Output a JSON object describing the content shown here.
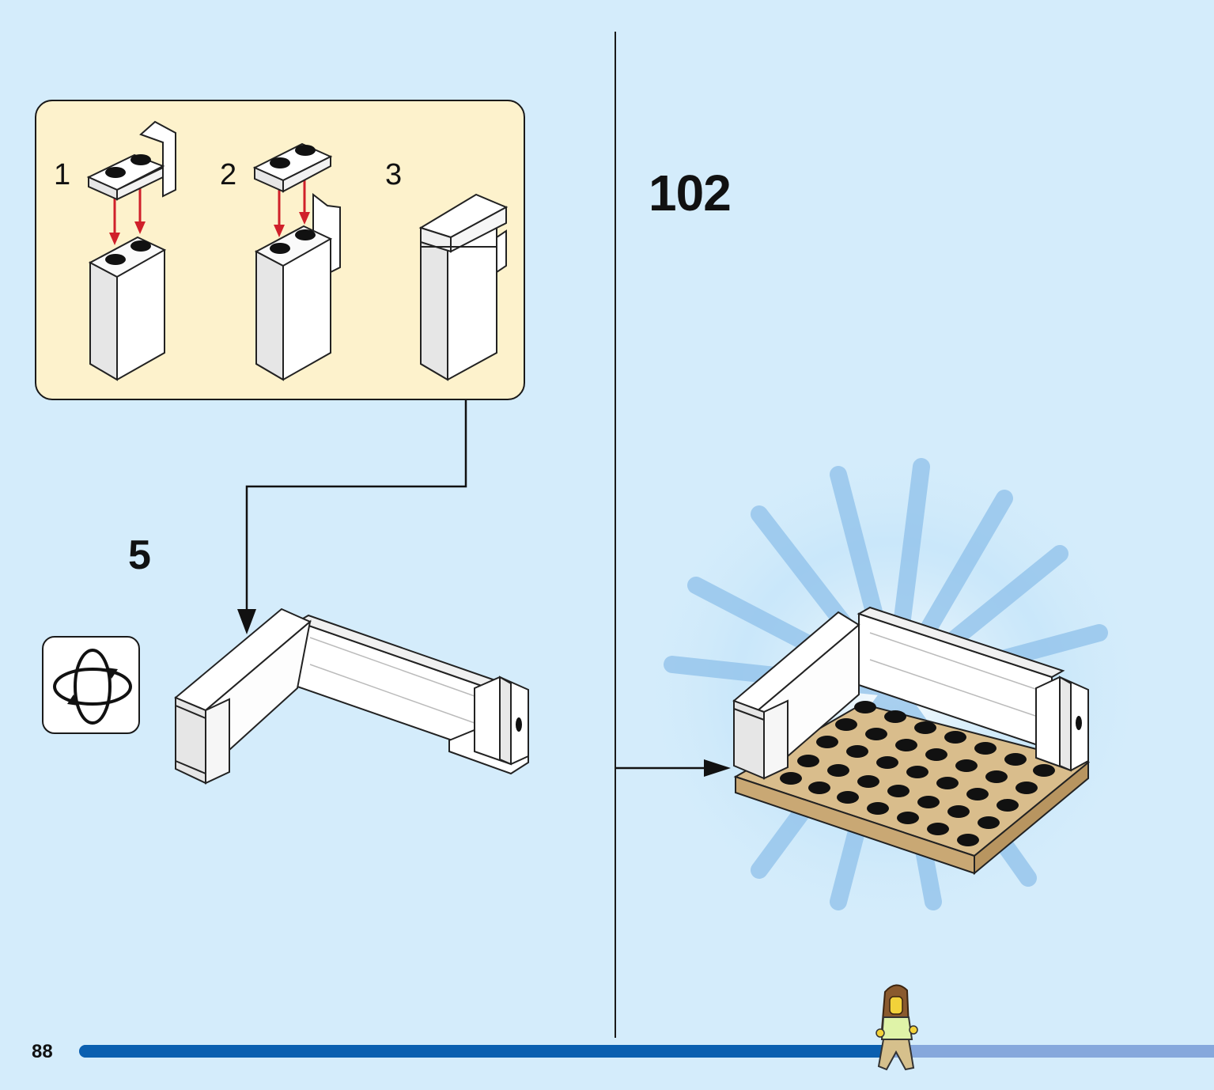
{
  "page": {
    "number": "88"
  },
  "step": {
    "number": "102"
  },
  "subassembly": {
    "sub_step_number": "5",
    "steps": [
      {
        "label": "1"
      },
      {
        "label": "2"
      },
      {
        "label": "3"
      }
    ]
  },
  "progress": {
    "fraction": 0.72,
    "color_done": "#0a5fb0",
    "color_remaining": "#86a8dc"
  },
  "colors": {
    "background": "#d4ecfb",
    "subpanel": "#fdf2cc",
    "arrow_red": "#d0202a",
    "plate_tan": "#d9bd8c",
    "brick_white": "#ffffff"
  },
  "icons": {
    "rotate": "rotate-model-icon",
    "minifigure": "minifigure-icon"
  }
}
